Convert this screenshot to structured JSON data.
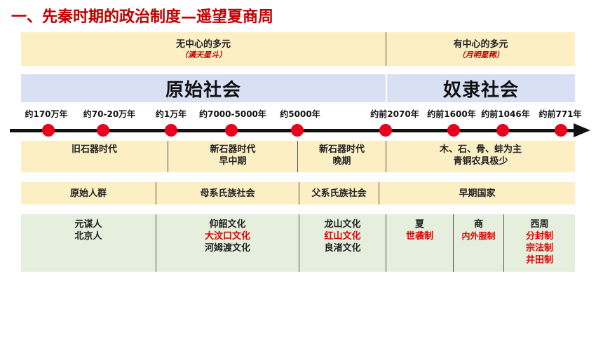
{
  "title": "一、先秦时期的政治制度—遥望夏商周",
  "top_band": {
    "left": {
      "label": "无中心的多元",
      "sub": "（满天星斗）"
    },
    "right": {
      "label": "有中心的多元",
      "sub": "（月明星稀）"
    }
  },
  "eras": {
    "left": "原始社会",
    "right": "奴隶社会"
  },
  "timeline": {
    "dates": [
      "约170万年",
      "约70-20万年",
      "约1万年",
      "约7000-5000年",
      "约5000年",
      "约前2070年",
      "约前1600年",
      "约前1046年",
      "约前771年"
    ],
    "dot_color": "#e8001c"
  },
  "ages": [
    {
      "lines": [
        "旧石器时代"
      ]
    },
    {
      "lines": [
        "新石器时代",
        "早中期"
      ]
    },
    {
      "lines": [
        "新石器时代",
        "晚期"
      ]
    },
    {
      "lines": [
        "木、石、骨、蚌为主",
        "青铜农具极少"
      ]
    }
  ],
  "societies": [
    "原始人群",
    "母系氏族社会",
    "父系氏族社会",
    "早期国家"
  ],
  "cultures": {
    "c1": [
      "元谋人",
      "北京人"
    ],
    "c2": [
      "仰韶文化",
      "大汶口文化",
      "河姆渡文化"
    ],
    "c3": [
      "龙山文化",
      "红山文化",
      "良渚文化"
    ],
    "xia": [
      "夏",
      "世袭制"
    ],
    "shang": [
      "商",
      "内外服制"
    ],
    "zhou": [
      "西周",
      "分封制",
      "宗法制",
      "井田制"
    ]
  },
  "colors": {
    "accent_red": "#c00000",
    "highlight_red": "#e00000",
    "yellow_band": "#fcefc4",
    "blue_band": "#d9e0f3",
    "green_band": "#e6efdd"
  }
}
